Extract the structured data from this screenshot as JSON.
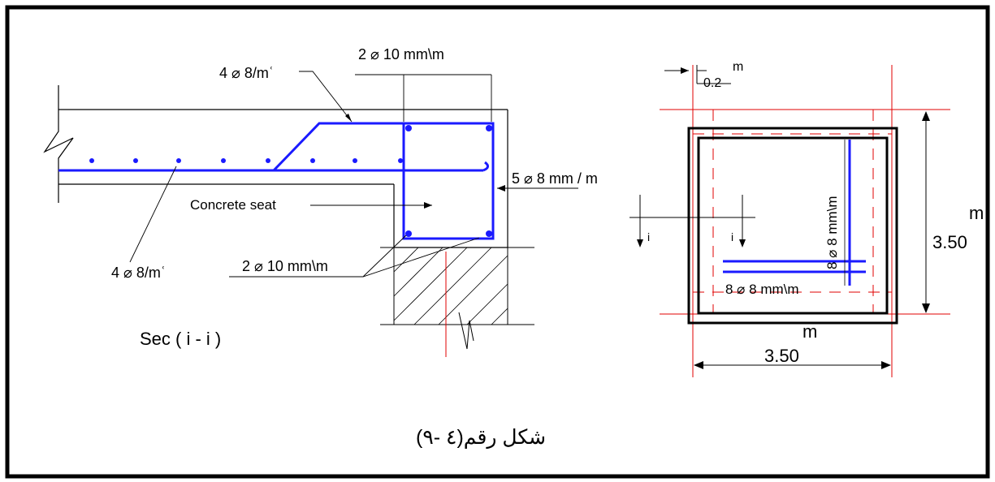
{
  "colors": {
    "rebar": "#1a1aff",
    "axis": "#e00000",
    "line": "#000000",
    "frame": "#000000"
  },
  "section": {
    "label_top_bar": "4 ⌀ 8/mʿ",
    "label_top_dim": "2 ⌀ 10  mm\\m",
    "label_side": "5 ⌀ 8 mm / m",
    "label_seat": "Concrete seat",
    "label_bottom_dim": "2 ⌀ 10  mm\\m",
    "label_bottom_bar": "4 ⌀ 8/mʿ",
    "title": "Sec ( i - i )"
  },
  "plan": {
    "cover": "0.2",
    "cover_unit": "m",
    "bar_vertical": "8 ⌀ 8   mm\\m",
    "bar_horizontal": "8 ⌀ 8    mm\\m",
    "cut_left": "i",
    "cut_right": "i",
    "height": "3.50",
    "height_unit": "m",
    "width": "3.50",
    "width_unit": "m"
  },
  "caption": "شكل رقم(٤  -٩)"
}
